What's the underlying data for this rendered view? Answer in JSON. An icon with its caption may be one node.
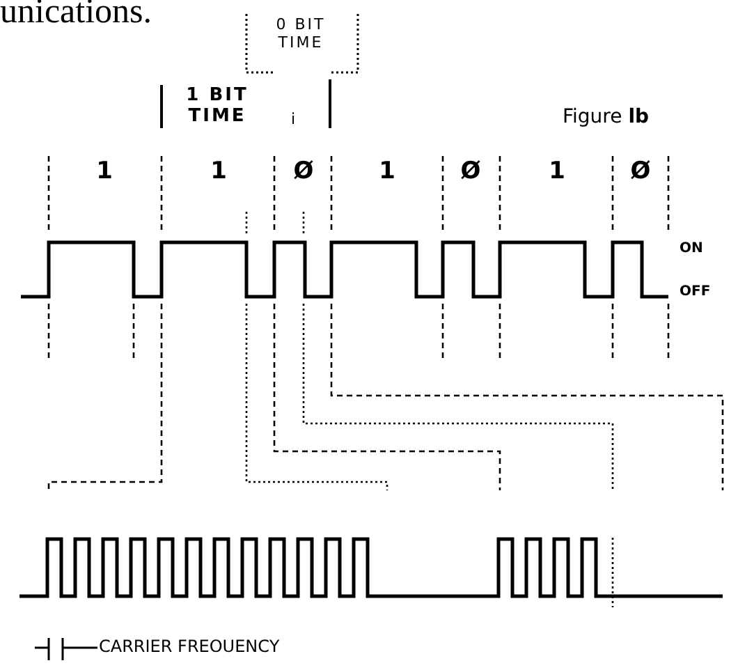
{
  "diagram": {
    "labels": [
      "unications.",
      "0 BIT TIME",
      "1 BIT TIME",
      "i",
      "Figure **lb**",
      "1",
      "1",
      "Ø",
      "1",
      "Ø",
      "1",
      "Ø",
      "ON",
      "OFF",
      "CARRIER FREOUENCY"
    ]
  }
}
